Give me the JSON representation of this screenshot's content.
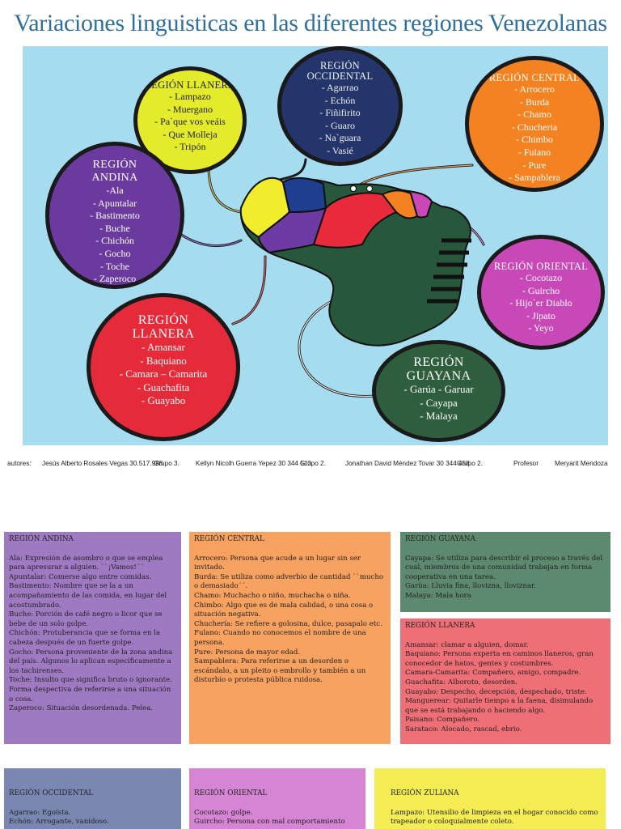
{
  "title": "Variaciones linguisticas en las diferentes regiones Venezolanas",
  "colors": {
    "background_map": "#a6dcf0",
    "andina": "#6a3a9e",
    "llanera_small": "#e4eb2a",
    "occidental": "#23356a",
    "central": "#f58220",
    "oriental": "#c848b8",
    "llanera_big": "#e52a3a",
    "guayana": "#2e5e3e"
  },
  "bubbles": {
    "llanera_top": {
      "title": "REGIÓN LLANERA",
      "items": [
        "- Lampazo",
        "- Muergano",
        "- Pa`que vos veáis",
        "- Que Molleja",
        "- Tripón"
      ]
    },
    "occidental": {
      "title_1": "REGIÓN",
      "title_2": "OCCIDENTAL",
      "items": [
        "- Agarrao",
        "- Echón",
        "- Fiñifirito",
        "- Guaro",
        "- Na`guara",
        "- Vasié"
      ]
    },
    "central": {
      "title": "REGIÓN CENTRAL",
      "items": [
        "- Arrocero",
        "- Burda",
        "- Chamo",
        "- Chucheria",
        "- Chimbo",
        "- Fulano",
        "- Pure",
        "- Sampablera"
      ]
    },
    "andina": {
      "title_1": "REGIÓN",
      "title_2": "ANDINA",
      "items": [
        "-Ala",
        "- Apuntalar",
        "- Bastimento",
        "- Buche",
        "- Chichón",
        "- Gocho",
        "- Toche",
        "- Zaperoco"
      ]
    },
    "oriental": {
      "title": "REGIÓN ORIENTAL",
      "items": [
        "- Cocotazo",
        "- Guircho",
        "- Hijo`er Diablo",
        "- Jipato",
        "- Yeyo"
      ]
    },
    "llanera_big": {
      "title_1": "REGIÓN",
      "title_2": "LLANERA",
      "items": [
        "- Amansar",
        "-  Baquiano",
        "- Camara – Camarita",
        "- Guachafita",
        "- Guayabo"
      ]
    },
    "guayana": {
      "title_1": "REGIÓN",
      "title_2": "GUAYANA",
      "items": [
        "- Garúa - Garuar",
        "- Cayapa",
        "- Malaya"
      ]
    }
  },
  "authors": {
    "label": "autores:",
    "a1": "Jesús Alberto Rosales Vegas 30.517.988",
    "g1": "Grupo 3.",
    "a2": "Kellyn Nicolh Guerra Yepez 30 344 513",
    "g2": "Grupo 2.",
    "a3": "Jonathan David Méndez Tovar 30 344 458",
    "g3": "Grupo 2.",
    "prof_label": "Profesor",
    "prof": "Meryarit Mendoza"
  },
  "cards": {
    "andina": {
      "title": "REGIÓN ANDINA",
      "lines": [
        "Ala: Expresión de asombro o que se emplea para apresurar a alguien. ``¡Vamos!´´",
        "Apuntalar: Comerse algo entre comidas.",
        "Bastimento: Nombre que se la a un acompañamiento de las comida, en lugar del acostumbrado.",
        "Buche: Porción de café negro o licor que se bebe de un solo golpe.",
        "Chichón: Protuberancia que se forma en la cabeza después de un fuerte golpe.",
        "Gocho: Persona proveniente de la zona andina del país. Algunos lo aplican específicamente a los tachirenses.",
        "Toche: Insulto que significa bruto o ignorante. Forma despectiva de referirse a una situación o cosa.",
        "Zaperoco: Situación desordenada. Pelea."
      ]
    },
    "central": {
      "title": "REGIÓN CENTRAL",
      "lines": [
        "Arrocero: Persona que acude a un lugar sin ser invitado.",
        "Burda: Se utiliza como adverbio de cantidad ``mucho o demasiado´´.",
        "Chamo: Muchacho o niño, muchacha o niña.",
        "Chimbo: Algo que es de mala calidad, o una cosa o situación negativa.",
        "Chuchería: Se refiere a golosina, dulce, pasapalo etc.",
        "Fulano: Cuando no conocemos el nombre de una persona.",
        "Pure: Persona de mayor edad.",
        "Sampablera: Para referirse a un desorden o escándalo, a un pleito o embrollo y también a un disturbio o protesta pública ruidosa."
      ]
    },
    "guayana": {
      "title": "REGIÓN GUAYANA",
      "lines": [
        "Cayapa: Se utiliza para describir el proceso a través del cual, miembros de una comunidad trabajan en forma cooperativa en una tarea.",
        "Garúa: Lluvia fina, llovizna, lloviznar.",
        "Malaya: Mala hora"
      ]
    },
    "llanera": {
      "title": "REGIÓN LLANERA",
      "lines": [
        "Amansar: clamar a alguien, domar.",
        "Baquiano: Persona experta en caminos llaneros, gran conocedor de hatos, gentes y costumbres.",
        "Camara-Camarita: Compañero, amigo, compadre.",
        "Guachafita: Alboroto, desorden.",
        "Guayabo: Despecho, decepción, despechado, triste.",
        "Manguerear: Quitarle tiempo a la faena, disimulando que se está trabajando o haciendo algo.",
        "Paisano: Compañero.",
        "Sarataco: Alocado, rascad, ebrio."
      ]
    },
    "occidental": {
      "title": "REGIÓN OCCIDENTAL",
      "lines": [
        "Agarrao: Egoísta.",
        "Echón: Arrogante, vanidoso."
      ]
    },
    "oriental": {
      "title": "REGIÓN ORIENTAL",
      "lines": [
        "Cocotazo: golpe.",
        "Guircho: Persona con mal comportamiento"
      ]
    },
    "zuliana": {
      "title": "REGIÓN ZULIANA",
      "lines": [
        "Lampazo: Utensilio de limpieza en el hogar conocido como trapeador o coloquialmente coleto."
      ]
    }
  }
}
